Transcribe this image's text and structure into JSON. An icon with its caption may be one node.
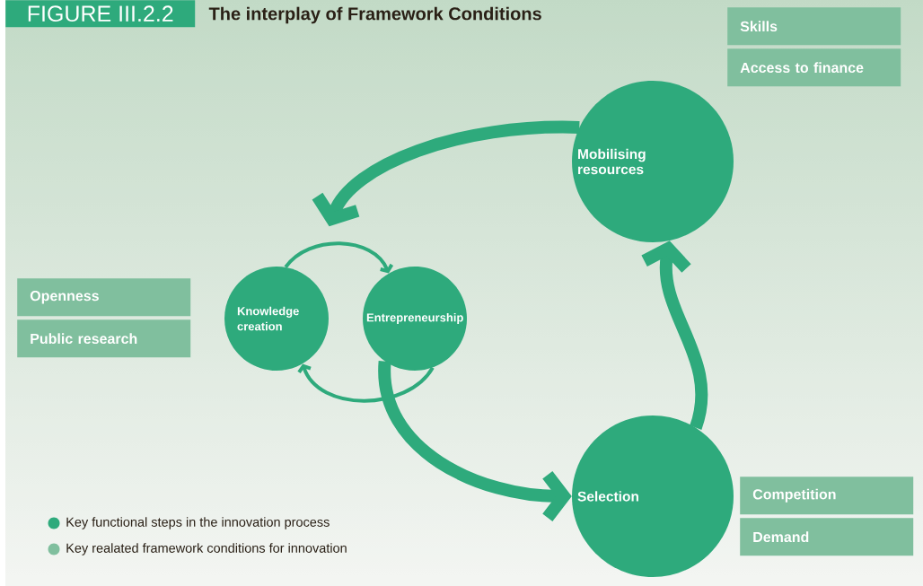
{
  "diagram": {
    "title": "The interplay of Framework Conditions",
    "nodes": [
      {
        "text": [
          "Mobilising resources"
        ]
      },
      {
        "text": [
          "Knowledge creation"
        ]
      },
      {
        "text": [
          "Entrepreneurship"
        ]
      },
      {
        "text": [
          "Selection"
        ]
      },
      {
        "text": [
          "Skills"
        ]
      },
      {
        "text": [
          "Access to finance"
        ]
      },
      {
        "text": [
          "Openness"
        ]
      },
      {
        "text": [
          "Public research"
        ]
      },
      {
        "text": [
          "Competition"
        ]
      },
      {
        "text": [
          "Demand"
        ]
      }
    ],
    "edges": [
      {
        "from": 0,
        "to": 1,
        "arrow": "to"
      },
      {
        "from": 1,
        "to": 2,
        "arrow": "to"
      },
      {
        "from": 2,
        "to": 1,
        "arrow": "to"
      },
      {
        "from": 2,
        "to": 3,
        "arrow": "to"
      },
      {
        "from": 3,
        "to": 0,
        "arrow": "to"
      }
    ],
    "labels": [
      "FIGURE III.2.2"
    ],
    "legend": [
      {
        "text": "Key functional steps in the innovation process",
        "color": "#2eaa7c"
      },
      {
        "text": "Key realated framework conditions for innovation",
        "color": "#80bf9e"
      }
    ]
  }
}
